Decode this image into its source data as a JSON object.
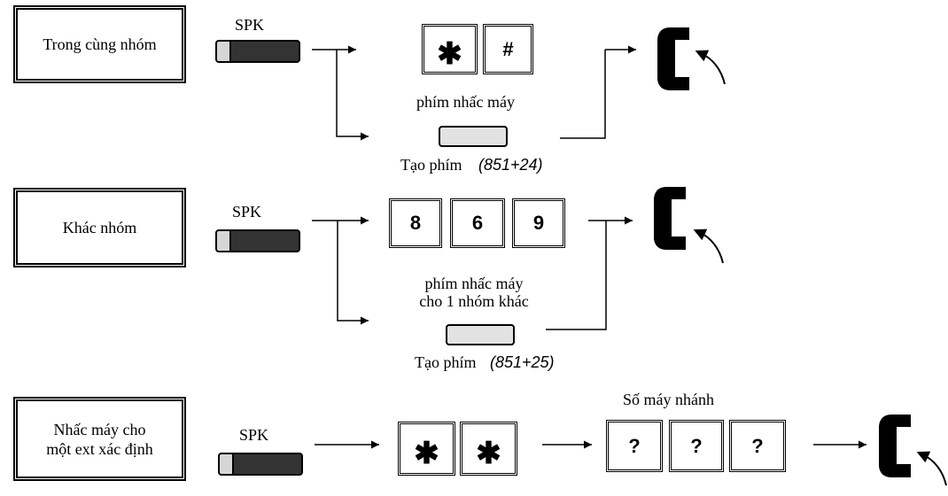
{
  "rows": [
    {
      "case_label": "Trong cùng nhóm",
      "spk_label": "SPK",
      "keys": [
        "✱",
        "#"
      ],
      "pickup_label": "phím nhấc máy",
      "create_label": "Tạo phím",
      "create_code": "(851+24)"
    },
    {
      "case_label": "Khác nhóm",
      "spk_label": "SPK",
      "keys": [
        "8",
        "6",
        "9"
      ],
      "pickup_label_line1": "phím nhấc máy",
      "pickup_label_line2": "cho 1 nhóm khác",
      "create_label": "Tạo phím",
      "create_code": "(851+25)"
    },
    {
      "case_label_line1": "Nhấc máy cho",
      "case_label_line2": "một ext xác định",
      "spk_label": "SPK",
      "keys": [
        "✱",
        "✱"
      ],
      "ext_label": "Số máy nhánh",
      "ext_keys": [
        "?",
        "?",
        "?"
      ]
    }
  ],
  "icons": {
    "handset": "handset-icon",
    "lift_arrow": "curved-arrow-icon"
  }
}
